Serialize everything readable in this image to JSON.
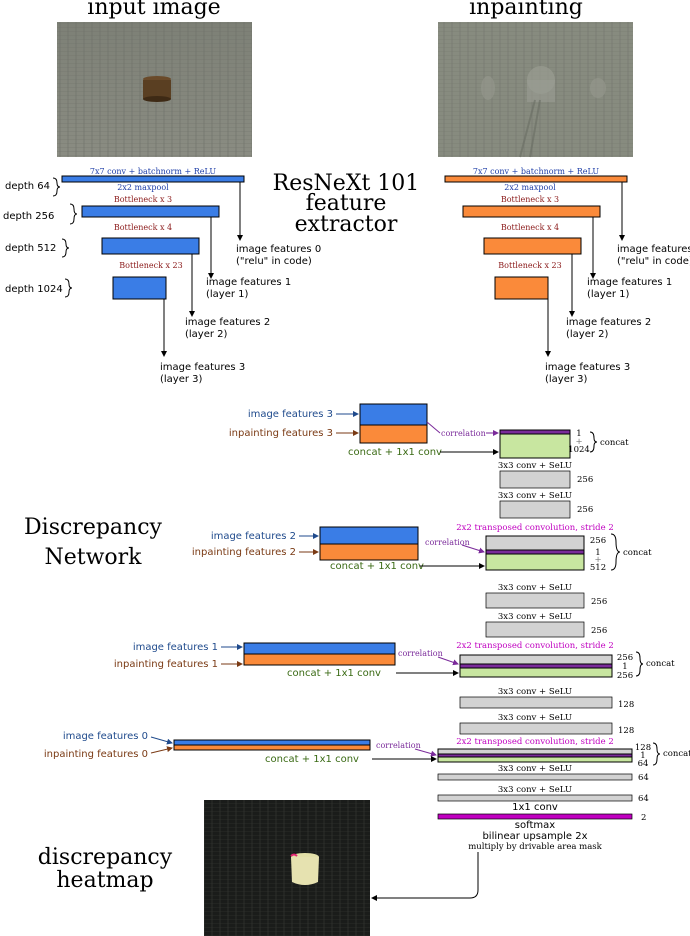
{
  "titles": {
    "input": "input image",
    "inpainting": "inpainting",
    "resnext": [
      "ResNeXt 101",
      "feature",
      "extractor"
    ],
    "discrepancy": [
      "Discrepancy",
      "Network"
    ],
    "heatmap": [
      "discrepancy",
      "heatmap"
    ]
  },
  "encoder": {
    "conv_label": "7x7 conv + batchnorm + ReLU",
    "maxpool_label": "2x2 maxpool",
    "bottleneck3": "Bottleneck x 3",
    "bottleneck4": "Bottleneck x 4",
    "bottleneck23": "Bottleneck x 23",
    "depths": [
      "depth 64",
      "depth 256",
      "depth 512",
      "depth 1024"
    ],
    "features": [
      [
        "image features 0",
        "(\"relu\" in code)"
      ],
      [
        "image features 1",
        "(layer 1)"
      ],
      [
        "image features 2",
        "(layer 2)"
      ],
      [
        "image features 3",
        "(layer 3)"
      ]
    ]
  },
  "decoder": {
    "image_features": [
      "image features 3",
      "image features 2",
      "image features 1",
      "image features 0"
    ],
    "inpainting_features": [
      "inpainting features 3",
      "inpainting features 2",
      "inpainting features 1",
      "inpainting features 0"
    ],
    "correlation": "correlation",
    "concat_conv": "concat + 1x1 conv",
    "concat": "concat",
    "conv3": "3x3 conv + SeLU",
    "transposed": "2x2 transposed convolution, stride 2",
    "conv1": "1x1 conv",
    "softmax": "softmax",
    "upsample": "bilinear upsample 2x",
    "mask": "multiply by drivable area mask",
    "stack1": [
      "1",
      "+",
      "1024"
    ],
    "stack2": [
      "256",
      "1",
      "+",
      "512"
    ],
    "stack3": [
      "256",
      "1",
      "256"
    ],
    "stack4": [
      "128",
      "1",
      "64"
    ],
    "chan": [
      "256",
      "256",
      "256",
      "256",
      "128",
      "128",
      "64",
      "64",
      "2"
    ]
  },
  "colors": {
    "blue": "#3a7de6",
    "orange": "#fa8a3a",
    "green": "#c8e6a0",
    "gray": "#d2d2d2",
    "purple": "#7a2a9a",
    "magenta": "#c000c0",
    "dark_red": "#8b1a1a",
    "label_blue": "#1f4a8c",
    "label_brown": "#7a3a14",
    "green_text": "#3a6a14"
  }
}
